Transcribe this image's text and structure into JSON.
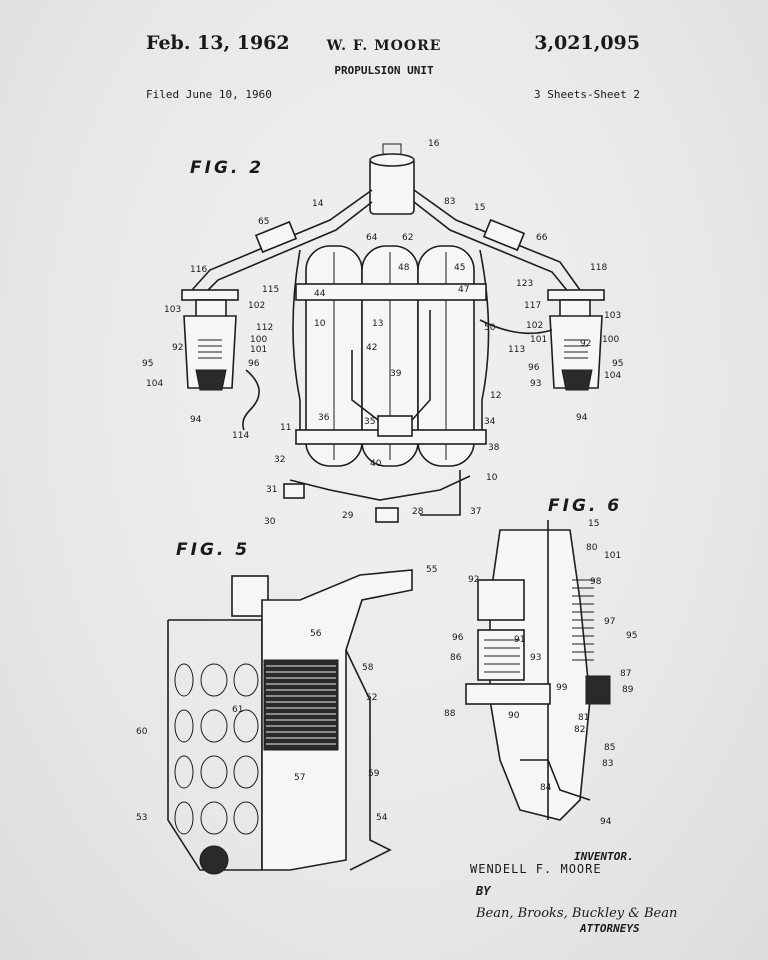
{
  "header": {
    "date": "Feb. 13, 1962",
    "inventor": "W. F. MOORE",
    "patent_number": "3,021,095",
    "title": "PROPULSION UNIT",
    "filed": "Filed June 10, 1960",
    "sheets": "3 Sheets-Sheet 2"
  },
  "figures": {
    "fig2": "FIG. 2",
    "fig5": "FIG. 5",
    "fig6": "FIG. 6"
  },
  "footer": {
    "inventor_label": "INVENTOR.",
    "inventor_name": "WENDELL F. MOORE",
    "by": "BY",
    "attorneys_signature": "Bean, Brooks, Buckley & Bean",
    "attorneys_label": "ATTORNEYS"
  },
  "reference_numerals": {
    "fig2": [
      "16",
      "14",
      "83",
      "15",
      "65",
      "66",
      "64",
      "62",
      "116",
      "118",
      "48",
      "45",
      "115",
      "44",
      "47",
      "123",
      "103",
      "102",
      "117",
      "103",
      "112",
      "10",
      "13",
      "50",
      "100",
      "102",
      "100",
      "101",
      "92",
      "42",
      "113",
      "101",
      "92",
      "95",
      "96",
      "39",
      "96",
      "95",
      "104",
      "12",
      "93",
      "104",
      "94",
      "36",
      "35",
      "34",
      "94",
      "114",
      "11",
      "38",
      "32",
      "40",
      "10",
      "31",
      "37",
      "30",
      "29",
      "28"
    ],
    "fig5": [
      "55",
      "56",
      "58",
      "52",
      "60",
      "61",
      "57",
      "59",
      "53",
      "54"
    ],
    "fig6": [
      "15",
      "80",
      "101",
      "92",
      "98",
      "97",
      "95",
      "96",
      "91",
      "86",
      "93",
      "87",
      "89",
      "88",
      "90",
      "99",
      "81",
      "82",
      "85",
      "83",
      "84",
      "94"
    ]
  }
}
